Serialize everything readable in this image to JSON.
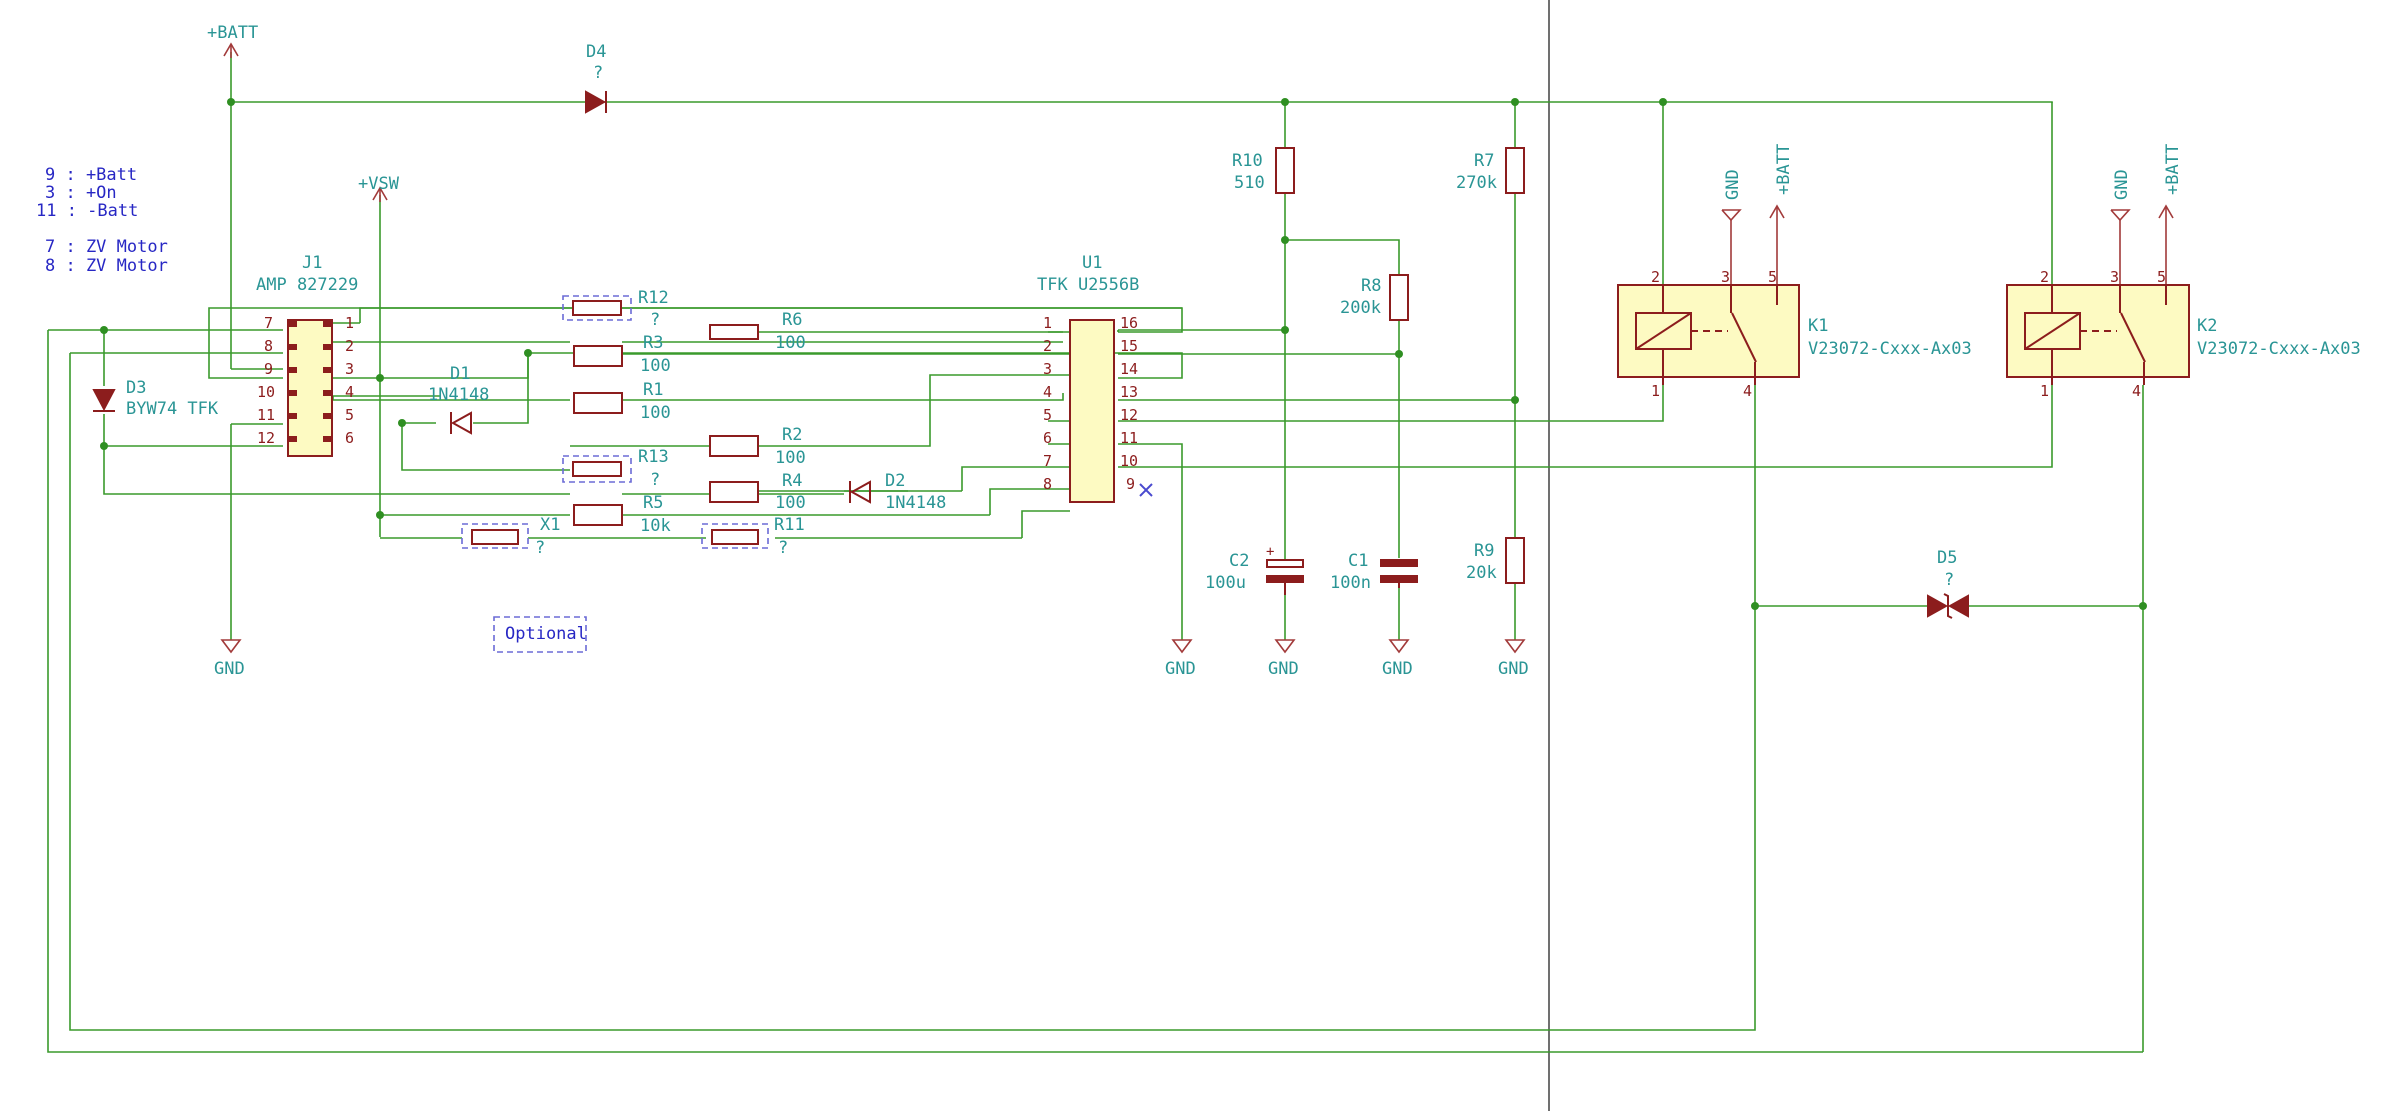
{
  "notes": [
    "9 : +Batt",
    "3 : +On",
    "11 : -Batt",
    "7 : ZV Motor",
    "8 : ZV Motor"
  ],
  "power": {
    "batt": "+BATT",
    "vsw": "+VSW",
    "gnd": "GND"
  },
  "optional_label": "Optional",
  "J1": {
    "ref": "J1",
    "value": "AMP 827229",
    "left_pins": [
      "7",
      "8",
      "9",
      "10",
      "11",
      "12"
    ],
    "right_pins": [
      "1",
      "2",
      "3",
      "4",
      "5",
      "6"
    ]
  },
  "U1": {
    "ref": "U1",
    "value": "TFK U2556B",
    "left_pins": [
      "1",
      "2",
      "3",
      "4",
      "5",
      "6",
      "7",
      "8"
    ],
    "right_pins": [
      "16",
      "15",
      "14",
      "13",
      "12",
      "11",
      "10",
      "9"
    ]
  },
  "K1": {
    "ref": "K1",
    "value": "V23072-Cxxx-Ax03",
    "pins": [
      "2",
      "3",
      "5",
      "1",
      "4"
    ]
  },
  "K2": {
    "ref": "K2",
    "value": "V23072-Cxxx-Ax03",
    "pins": [
      "2",
      "3",
      "5",
      "1",
      "4"
    ]
  },
  "R12": {
    "ref": "R12",
    "value": "?"
  },
  "R6": {
    "ref": "R6",
    "value": "100"
  },
  "R3": {
    "ref": "R3",
    "value": "100"
  },
  "R1": {
    "ref": "R1",
    "value": "100"
  },
  "R2": {
    "ref": "R2",
    "value": "100"
  },
  "R13": {
    "ref": "R13",
    "value": "?"
  },
  "R4": {
    "ref": "R4",
    "value": "100"
  },
  "R5": {
    "ref": "R5",
    "value": "10k"
  },
  "R11": {
    "ref": "R11",
    "value": "?"
  },
  "X1": {
    "ref": "X1",
    "value": "?"
  },
  "R10": {
    "ref": "R10",
    "value": "510"
  },
  "R7": {
    "ref": "R7",
    "value": "270k"
  },
  "R8": {
    "ref": "R8",
    "value": "200k"
  },
  "R9": {
    "ref": "R9",
    "value": "20k"
  },
  "C2": {
    "ref": "C2",
    "value": "100u"
  },
  "C1": {
    "ref": "C1",
    "value": "100n"
  },
  "D1": {
    "ref": "D1",
    "value": "1N4148"
  },
  "D2": {
    "ref": "D2",
    "value": "1N4148"
  },
  "D3": {
    "ref": "D3",
    "value": "BYW74 TFK"
  },
  "D4": {
    "ref": "D4",
    "value": "?"
  },
  "D5": {
    "ref": "D5",
    "value": "?"
  },
  "colors": {
    "wire": "#3a9a2c",
    "component": "#8c1d1d",
    "body": "#fdfac2",
    "label": "#2a9595",
    "note": "#2727c4"
  }
}
